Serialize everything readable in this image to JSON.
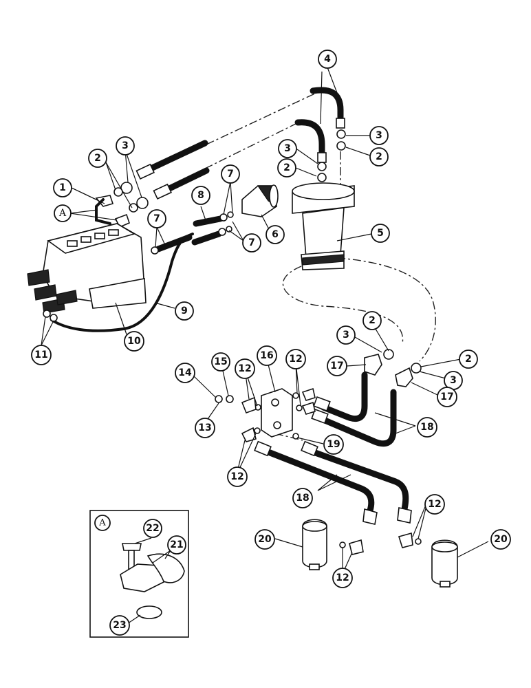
{
  "inset": {
    "label": "A"
  },
  "detail_label": "A",
  "callouts": {
    "n1": "1",
    "n2": "2",
    "n3": "3",
    "n4": "4",
    "n5": "5",
    "n6": "6",
    "n7": "7",
    "n8": "8",
    "n9": "9",
    "n10": "10",
    "n11": "11",
    "n12": "12",
    "n13": "13",
    "n14": "14",
    "n15": "15",
    "n16": "16",
    "n17": "17",
    "n18": "18",
    "n19": "19",
    "n20": "20",
    "n21": "21",
    "n22": "22",
    "n23": "23"
  }
}
